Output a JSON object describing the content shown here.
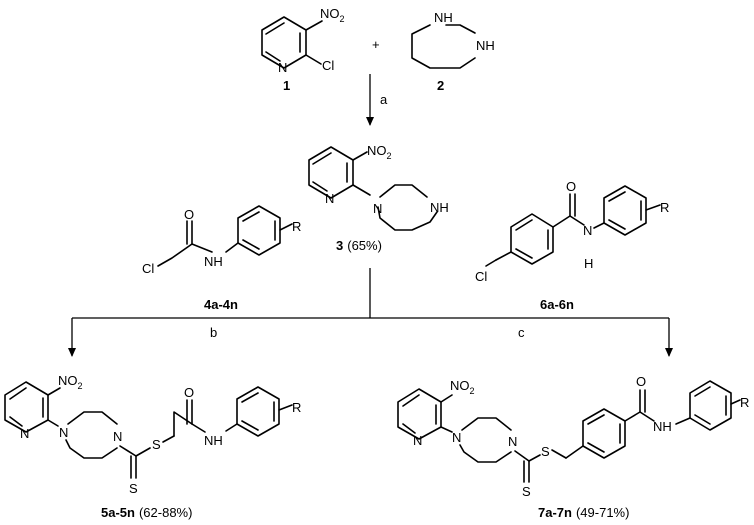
{
  "atoms": {
    "no2": "NO",
    "no2_sub": "2",
    "cl": "Cl",
    "nh": "NH",
    "n": "N",
    "h": "H",
    "o": "O",
    "s": "S",
    "r": "R"
  },
  "plus_sign": "+",
  "compounds": {
    "c1": "1",
    "c2": "2",
    "c3": "3",
    "c3_yield": "(65%)",
    "c4": "4a-4n",
    "c5": "5a-5n",
    "c5_yield": "(62-88%)",
    "c6": "6a-6n",
    "c7": "7a-7n",
    "c7_yield": "(49-71%)"
  },
  "conditions": {
    "a": "a",
    "b": "b",
    "c": "c"
  }
}
